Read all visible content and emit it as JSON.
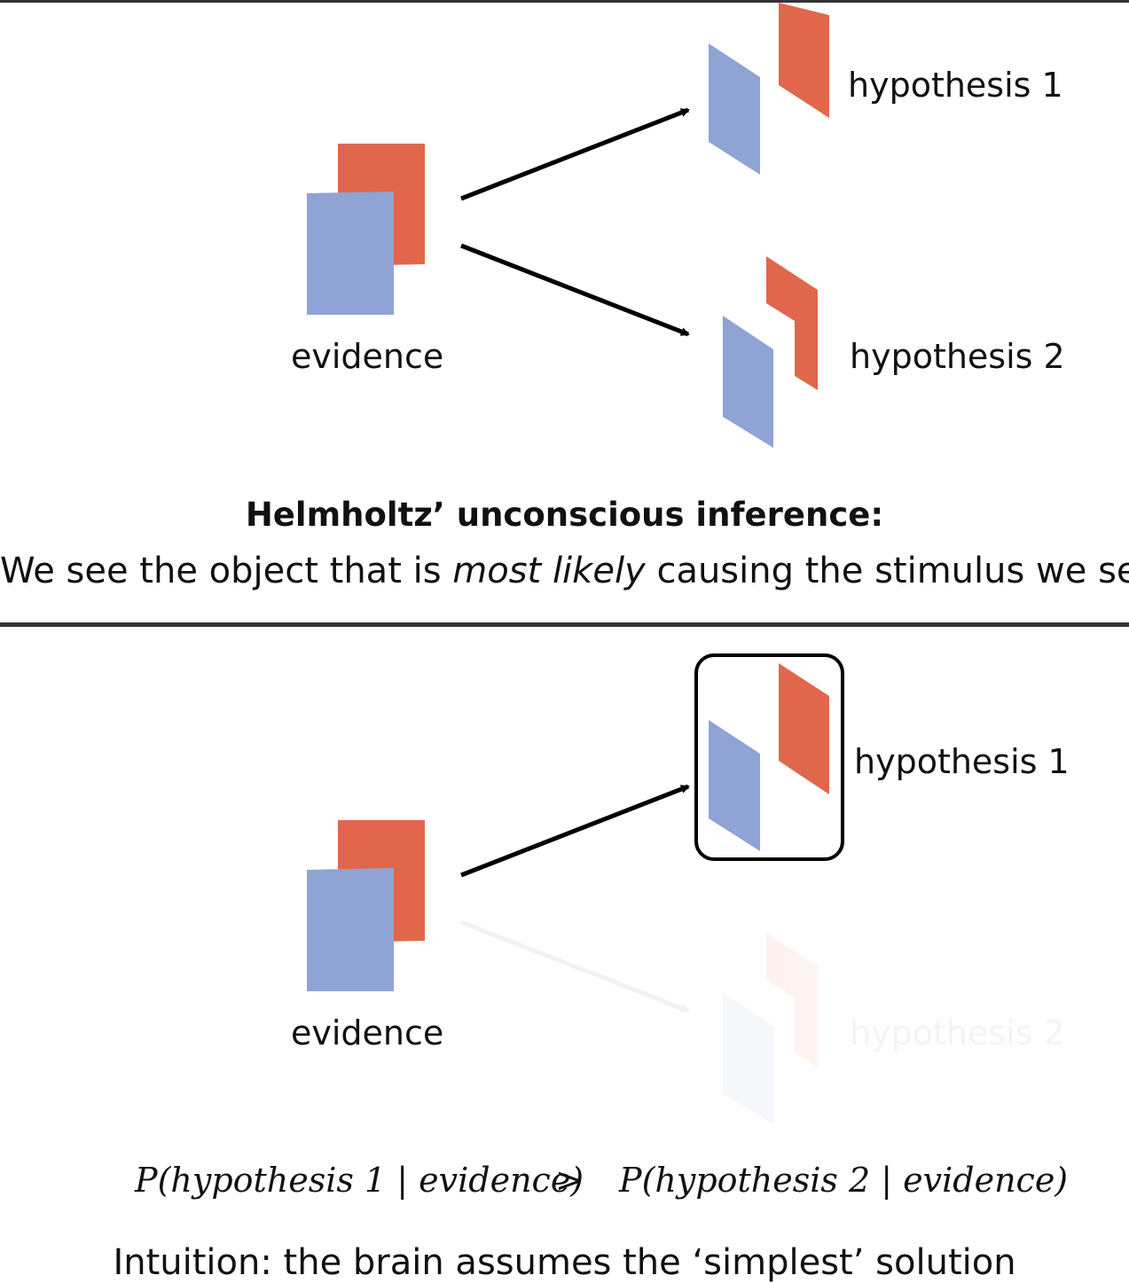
{
  "colors": {
    "blue": "#8fa3d4",
    "red": "#e0674b",
    "rule": "#333333",
    "arrow": "#000000",
    "faded_text": "#f4f4f4"
  },
  "top_panel": {
    "evidence_label": "evidence",
    "hypothesis1_label": "hypothesis 1",
    "hypothesis2_label": "hypothesis 2",
    "title": "Helmholtz’ unconscious inference:",
    "sentence": {
      "before": "We see the object that is ",
      "emphasis": "most likely",
      "after": " causing the stimulus we see"
    }
  },
  "bottom_panel": {
    "evidence_label": "evidence",
    "hypothesis1_label": "hypothesis 1",
    "hypothesis2_label": "hypothesis 2",
    "formula_left": "P(hypothesis 1 | evidence)",
    "formula_operator": ">",
    "formula_right": "P(hypothesis 2 | evidence)",
    "intuition": "Intuition: the brain assumes the ‘simplest’ solution"
  }
}
